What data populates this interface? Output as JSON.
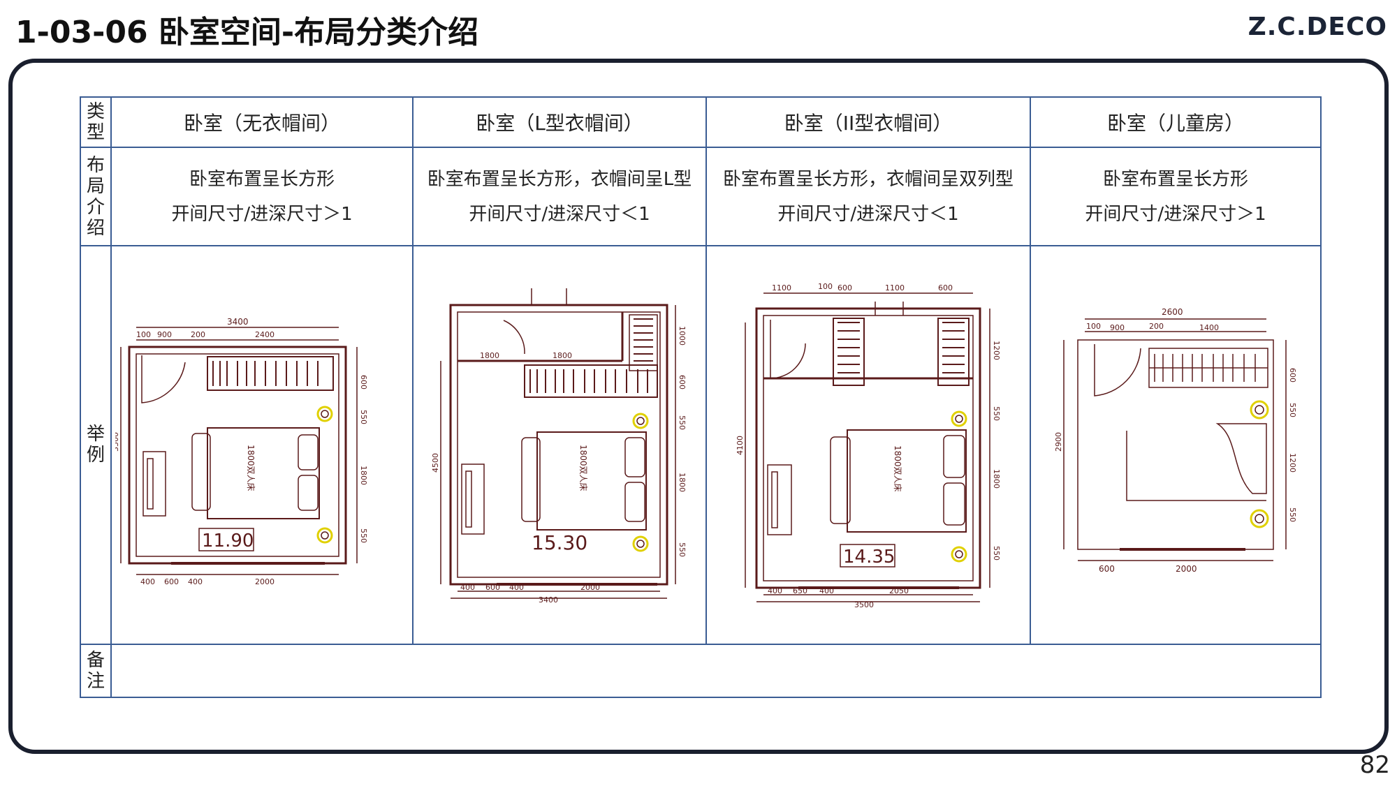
{
  "header": {
    "title": "1-03-06 卧室空间-布局分类介绍",
    "brand": "Z.C.DECO"
  },
  "page_number": "82",
  "row_labels": {
    "type": [
      "类",
      "型"
    ],
    "layout": [
      "布",
      "局",
      "介",
      "绍"
    ],
    "example": [
      "举",
      "例"
    ],
    "note": [
      "备",
      "注"
    ]
  },
  "columns": [
    {
      "type": "卧室（无衣帽间）",
      "desc_line1": "卧室布置呈长方形",
      "desc_line2": "开间尺寸/进深尺寸＞1",
      "plan": {
        "area": "11.90",
        "bed_label": "1800双人床",
        "top_total": "3400",
        "top_segments": [
          "100",
          "900",
          "200",
          "2400"
        ],
        "left_dim": "3500",
        "right_dims": [
          "600",
          "550",
          "1800",
          "550"
        ],
        "bottom_segments": [
          "400",
          "600",
          "400",
          "2000"
        ]
      }
    },
    {
      "type": "卧室（L型衣帽间）",
      "desc_line1": "卧室布置呈长方形，衣帽间呈L型",
      "desc_line2": "开间尺寸/进深尺寸＜1",
      "plan": {
        "area": "15.30",
        "bed_label": "1800双人床",
        "top_dims": [
          "1800",
          "1800"
        ],
        "left_dim": "4500",
        "right_dims": [
          "1000",
          "600",
          "550",
          "1800",
          "550"
        ],
        "bottom_segments": [
          "400",
          "600",
          "400",
          "2000"
        ],
        "bottom_total": "3400"
      }
    },
    {
      "type": "卧室（II型衣帽间）",
      "desc_line1": "卧室布置呈长方形，衣帽间呈双列型",
      "desc_line2": "开间尺寸/进深尺寸＜1",
      "plan": {
        "area": "14.35",
        "bed_label": "1800双人床",
        "top_segments": [
          "1100",
          "100",
          "600",
          "1100",
          "600"
        ],
        "left_dim": "4100",
        "right_dims": [
          "1200",
          "550",
          "1800",
          "550"
        ],
        "bottom_segments": [
          "400",
          "650",
          "400",
          "2050"
        ],
        "bottom_total": "3500"
      }
    },
    {
      "type": "卧室（儿童房）",
      "desc_line1": "卧室布置呈长方形",
      "desc_line2": "开间尺寸/进深尺寸＞1",
      "plan": {
        "top_total": "2600",
        "top_segments": [
          "100",
          "900",
          "200",
          "1400"
        ],
        "left_dim": "2900",
        "right_dims": [
          "600",
          "550",
          "1200",
          "550"
        ],
        "bottom_segments": [
          "600",
          "2000"
        ]
      }
    }
  ],
  "colors": {
    "table_border": "#3a5c93",
    "plan_line": "#5a1a1a",
    "plan_highlight": "#e0d000",
    "frame": "#1a1f2e"
  }
}
